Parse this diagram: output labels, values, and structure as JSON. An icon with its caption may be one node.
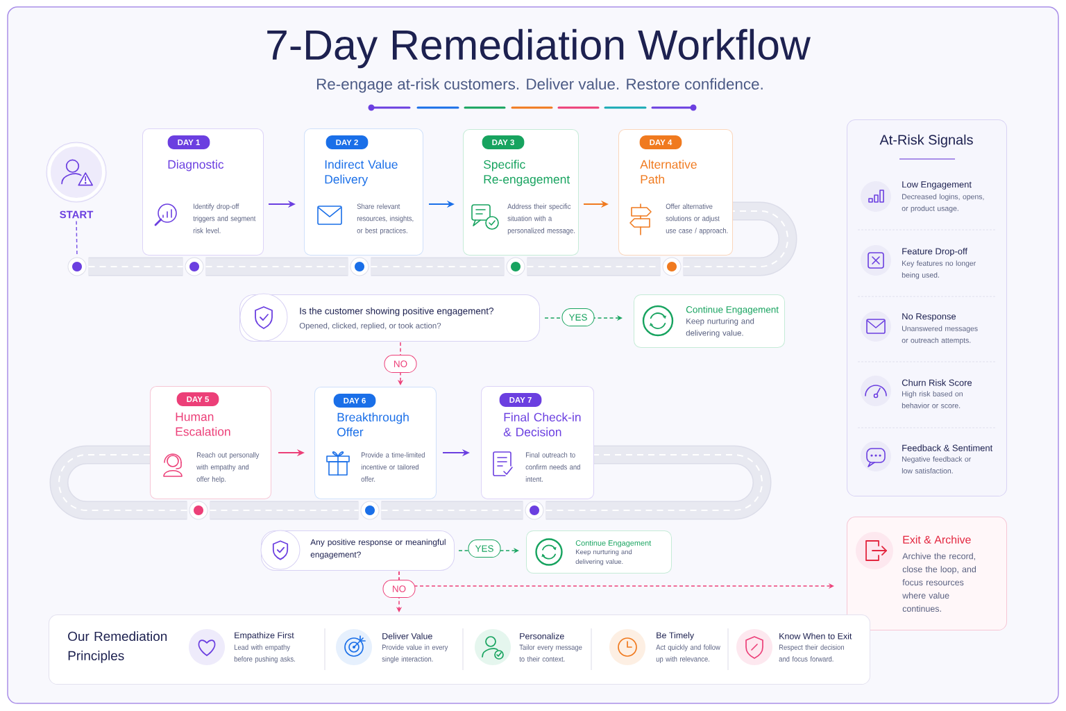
{
  "diagram": {
    "title": "7-Day Remediation Workflow",
    "nodes": [
      {
        "text": [
          "START"
        ]
      },
      {
        "text": [
          "DAY 1",
          "Diagnostic",
          "Identify drop-off triggers and segment risk level."
        ]
      },
      {
        "text": [
          "DAY 2",
          "Indirect Value Delivery",
          "Share relevant resources, insights, or best practices."
        ]
      },
      {
        "text": [
          "DAY 3",
          "Specific Re-engagement",
          "Address their specific situation with a personalized message."
        ]
      },
      {
        "text": [
          "DAY 4",
          "Alternative Path",
          "Offer alternative solutions or adjust use case / approach."
        ]
      },
      {
        "text": [],
        "shape": "circle"
      },
      {
        "text": [],
        "shape": "circle"
      },
      {
        "text": [],
        "shape": "circle"
      },
      {
        "text": [],
        "shape": "circle"
      },
      {
        "text": [],
        "shape": "circle"
      },
      {
        "text": [
          "Is the customer showing positive engagement?",
          "Opened, clicked, replied, or took action?"
        ]
      },
      {
        "text": [
          "Continue Engagement",
          "Keep nurturing and delivering value."
        ]
      },
      {
        "text": [
          "DAY 5",
          "Human Escalation",
          "Reach out personally with empathy and offer help."
        ]
      },
      {
        "text": [
          "DAY 6",
          "Breakthrough Offer",
          "Provide a time-limited incentive or tailored offer."
        ]
      },
      {
        "text": [
          "DAY 7",
          "Final Check-in & Decision",
          "Final outreach to confirm needs and intent."
        ]
      },
      {
        "text": [],
        "shape": "circle"
      },
      {
        "text": [],
        "shape": "circle"
      },
      {
        "text": [],
        "shape": "circle"
      },
      {
        "text": [
          "Any positive response or meaningful engagement?"
        ]
      },
      {
        "text": [
          "Continue Engagement",
          "Keep nurturing and delivering value."
        ]
      },
      {
        "text": [
          "At-Risk Signals",
          "Low Engagement",
          "Decreased logins, opens, or product usage.",
          "Feature Drop-off",
          "Key features no longer being used.",
          "No Response",
          "Unanswered messages or outreach attempts.",
          "Churn Risk Score",
          "High risk based on behavior or score.",
          "Feedback & Sentiment",
          "Negative feedback or low satisfaction."
        ]
      },
      {
        "text": [
          "Exit & Archive",
          "Archive the record, close the loop, and focus resources where value continues."
        ]
      },
      {
        "text": [
          "Our Remediation Principles",
          "Empathize First",
          "Lead with empathy before pushing asks.",
          "Deliver Value",
          "Provide value in every single interaction.",
          "Personalize",
          "Tailor every message to their context.",
          "Be Timely",
          "Act quickly and follow up with relevance.",
          "Know When to Exit",
          "Respect their decision and focus forward."
        ]
      }
    ],
    "edges": [
      {
        "from": 0,
        "to": 5,
        "arrow": "none",
        "style": "dashed",
        "color": "#7a55e6"
      },
      {
        "from": 5,
        "to": 6,
        "arrow": "none",
        "style": "thick",
        "color": "#e8e9f1"
      },
      {
        "from": 6,
        "to": 7,
        "arrow": "none",
        "style": "thick",
        "color": "#e8e9f1"
      },
      {
        "from": 7,
        "to": 8,
        "arrow": "none",
        "style": "thick",
        "color": "#e8e9f1"
      },
      {
        "from": 8,
        "to": 9,
        "arrow": "none",
        "style": "thick",
        "color": "#e8e9f1"
      },
      {
        "from": 9,
        "to": 4,
        "arrow": "none",
        "style": "thick",
        "color": "#e8e9f1"
      },
      {
        "from": 1,
        "to": 2,
        "arrow": "to",
        "color": "#6b3fe0"
      },
      {
        "from": 2,
        "to": 3,
        "arrow": "to",
        "color": "#1a6fe8"
      },
      {
        "from": 3,
        "to": 4,
        "arrow": "to",
        "color": "#f07a1f"
      },
      {
        "from": 10,
        "to": 11,
        "arrow": "to",
        "label": "YES",
        "style": "dashed",
        "color": "#17a35f"
      },
      {
        "from": 10,
        "to": 13,
        "arrow": "to",
        "label": "NO",
        "style": "dashed",
        "color": "#ec3f78"
      },
      {
        "from": 12,
        "to": 15,
        "arrow": "none",
        "style": "thick",
        "color": "#e8e9f1"
      },
      {
        "from": 15,
        "to": 16,
        "arrow": "none",
        "style": "thick",
        "color": "#e8e9f1"
      },
      {
        "from": 16,
        "to": 17,
        "arrow": "none",
        "style": "thick",
        "color": "#e8e9f1"
      },
      {
        "from": 17,
        "to": 14,
        "arrow": "none",
        "style": "thick",
        "color": "#e8e9f1"
      },
      {
        "from": 12,
        "to": 13,
        "arrow": "to",
        "color": "#ec3f78"
      },
      {
        "from": 13,
        "to": 14,
        "arrow": "to",
        "color": "#6b3fe0"
      },
      {
        "from": 18,
        "to": 19,
        "arrow": "to",
        "label": "YES",
        "style": "dashed",
        "color": "#17a35f"
      },
      {
        "from": 18,
        "to": 21,
        "arrow": "to",
        "label": "NO",
        "style": "dashed",
        "color": "#ec3f78"
      },
      {
        "from": 18,
        "to": 22,
        "arrow": "to",
        "style": "dashed",
        "color": "#ec3f78"
      }
    ],
    "labels": [
      "Re-engage at-risk customers. Deliver value. Restore confidence."
    ]
  }
}
